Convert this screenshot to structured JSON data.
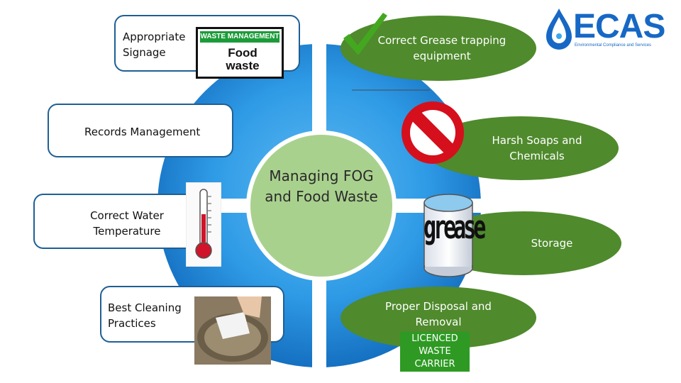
{
  "colors": {
    "blue_dark": "#0f66b8",
    "blue_light": "#3aa7ee",
    "green_oval": "#4f8a2c",
    "center_green": "#a9d18e",
    "licence_green": "#2e9a23",
    "ecas_blue": "#1768c5"
  },
  "logo": {
    "name": "ECAS",
    "tagline": "Environmental Compliance and Services"
  },
  "center": {
    "title": "Managing FOG and Food Waste"
  },
  "left_items": [
    {
      "label": "Appropriate Signage"
    },
    {
      "label": "Records Management"
    },
    {
      "label": "Correct Water Temperature"
    },
    {
      "label": "Best Cleaning Practices"
    }
  ],
  "right_items": [
    {
      "label": "Correct Grease trapping equipment"
    },
    {
      "label": "Harsh Soaps and Chemicals"
    },
    {
      "label": "Storage"
    },
    {
      "label": "Proper Disposal and Removal"
    }
  ],
  "sign": {
    "header": "WASTE MANAGEMENT",
    "line1": "Food",
    "line2": "waste"
  },
  "grease_can": {
    "word": "grease"
  },
  "licence": {
    "text": "LICENCED WASTE CARRIER"
  },
  "icons": [
    "checkmark-icon",
    "no-entry-icon",
    "thermometer-icon",
    "water-drop-icon",
    "grease-can-icon"
  ]
}
